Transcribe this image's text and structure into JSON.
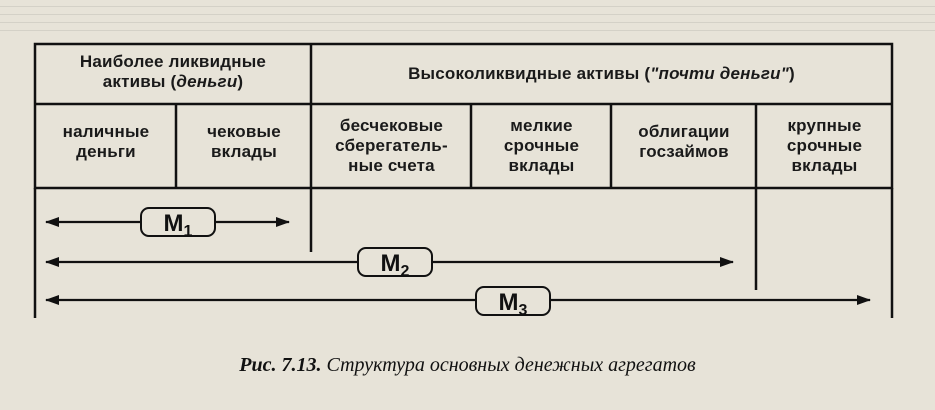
{
  "header": {
    "most_liquid": {
      "line1": "Наиболее ликвидные",
      "line2_prefix": "активы (",
      "line2_em": "деньги",
      "line2_suffix": ")"
    },
    "highly_liquid": {
      "prefix": "Высоколиквидные активы  (",
      "em": "\"почти деньги\"",
      "suffix": ")"
    }
  },
  "columns": [
    {
      "lines": [
        "наличные",
        "деньги"
      ]
    },
    {
      "lines": [
        "чековые",
        "вклады"
      ]
    },
    {
      "lines": [
        "бесчековые",
        "сберегатель-",
        "ные счета"
      ]
    },
    {
      "lines": [
        "мелкие",
        "срочные",
        "вклады"
      ]
    },
    {
      "lines": [
        "облигации",
        "госзаймов"
      ]
    },
    {
      "lines": [
        "крупные",
        "срочные",
        "вклады"
      ]
    }
  ],
  "aggregates": [
    {
      "letter": "M",
      "sub": "1"
    },
    {
      "letter": "M",
      "sub": "2"
    },
    {
      "letter": "M",
      "sub": "3"
    }
  ],
  "caption": {
    "label": "Рис. 7.13.",
    "text": "Структура основных денежных агрегатов"
  },
  "colors": {
    "paper": "#e7e3d8",
    "ink": "#111111"
  }
}
